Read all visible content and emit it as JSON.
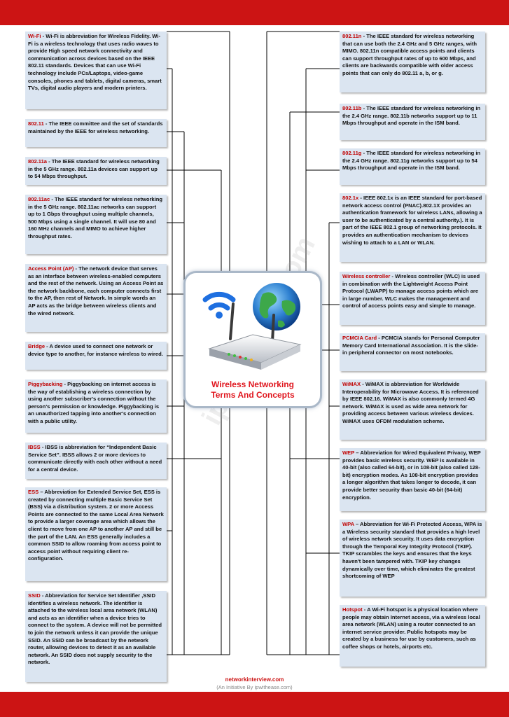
{
  "center": {
    "title_line1": "Wireless Networking",
    "title_line2": "Terms And Concepts"
  },
  "watermark": "ipwithease.com",
  "footer": {
    "site": "networkinterview.com",
    "credit": "(An Initiative By ipwithease.com)"
  },
  "left_cards": [
    {
      "term": "Wi-Fi",
      "sep": " - ",
      "text": "Wi-Fi is abbreviation for Wireless Fidelity. Wi-Fi is a wireless technology that uses radio waves to provide High speed network connectivity and communication across devices based on the IEEE 802.11 standards. Devices that can use Wi-Fi technology include PCs/Laptops, video-game consoles, phones and tablets, digital cameras, smart TVs, digital audio players and modern printers."
    },
    {
      "term": "802.11",
      "sep": " - ",
      "text": "The IEEE committee and the set of standards maintained by the IEEE for wireless networking."
    },
    {
      "term": "802.11a",
      "sep": " - ",
      "text": "The IEEE standard for wireless networking in the 5 GHz range. 802.11a devices can support up to 54 Mbps throughput."
    },
    {
      "term": "802.11ac",
      "sep": " - ",
      "text": "The IEEE standard for wireless networking in the 5 GHz range. 802.11ac networks can support up to 1 Gbps throughput using multiple channels, 500 Mbps using a single channel. It will use 80 and 160 MHz channels and MIMO to achieve higher throughput rates."
    },
    {
      "term": "Access Point (AP)",
      "sep": " - ",
      "text": "The network device that serves as an interface between wireless-enabled computers and the rest of the network. Using an Access Point as the network backbone, each computer connects first to the AP, then rest of Network. In simple words an AP acts as the bridge between wireless clients and the wired network."
    },
    {
      "term": "Bridge",
      "sep": " - ",
      "text": "A device used to connect one network or device type to another, for instance wireless to wired."
    },
    {
      "term": "Piggybacking",
      "sep": " - ",
      "text": "Piggybacking on internet access is the way of establishing a wireless connection by using another subscriber's connection without the person's permission or knowledge. Piggybacking is an unauthorized tapping into another's connection with a public utility."
    },
    {
      "term": "IBSS",
      "sep": " - ",
      "text": "IBSS is abbreviation for “Independent Basic Service Set”. IBSS allows 2 or more devices to communicate directly with each other without a need for a central device."
    },
    {
      "term": "ESS",
      "sep": " – ",
      "text": "Abbreviation for Extended Service Set, ESS is created by connecting multiple Basic Service Set (BSS) via a distribution system. 2 or more Access Points are connected to the same Local Area Network to provide a larger coverage area which allows the client to move from one AP to another AP and still be the part of the LAN. An ESS generally includes a common SSID to allow roaming from access point to access point without requiring client re-configuration."
    },
    {
      "term": "SSID",
      "sep": " - ",
      "text": "Abbreviation for Service Set Identifier ,SSID identifies a wireless network. The identifier is attached to the wireless local area network (WLAN) and acts as an identifier when a device tries to connect to the system. A device will not be permitted to join the network unless it can provide the unique SSID. An SSID can be broadcast by the network router, allowing devices to detect it as an available network. An SSID does not supply security to the network."
    }
  ],
  "right_cards": [
    {
      "term": "802.11n",
      "sep": " - ",
      "text": "The IEEE standard for wireless networking that can use both the 2.4 GHz and 5 GHz ranges, with MIMO. 802.11n compatible access points and clients can support throughput rates of up to 600 Mbps, and clients are backwards compatible with older access points that can only do 802.11 a, b, or g."
    },
    {
      "term": "802.11b",
      "sep": " - ",
      "text": "The IEEE standard for wireless networking in the 2.4 GHz range. 802.11b networks support up to 11 Mbps throughput and operate in the ISM band."
    },
    {
      "term": "802.11g",
      "sep": " - ",
      "text": "The IEEE standard for wireless networking in the 2.4 GHz range. 802.11g networks support up to 54 Mbps throughput and operate in the ISM band."
    },
    {
      "term": "802.1x",
      "sep": " - ",
      "text": "IEEE 802.1x is an IEEE standard for port-based network access control (PNAC).802.1X provides an authentication framework for wireless LANs, allowing a user to be authenticated by a central authority.). It is part of the IEEE 802.1 group of networking protocols. It provides an authentication mechanism to devices wishing to attach to a LAN or WLAN."
    },
    {
      "term": "Wireless controller",
      "sep": " - ",
      "text": "Wireless controller (WLC) is used in combination with the Lightweight Access Point Protocol (LWAPP) to manage access points which are in large number. WLC makes the management and control of access points easy and simple to manage."
    },
    {
      "term": "PCMCIA Card",
      "sep": " - ",
      "text": "PCMCIA stands for Personal Computer Memory Card International Association. It is the slide-in peripheral connector on most notebooks."
    },
    {
      "term": "WiMAX",
      "sep": " - ",
      "text": "WiMAX is abbreviation for Worldwide Interoperability for Microwave Access. It is referenced by IEEE 802.16. WiMAX is also commonly termed 4G network. WiMAX is used as wide area network for providing access between various wireless devices. WiMAX uses OFDM modulation scheme."
    },
    {
      "term": "WEP",
      "sep": " – ",
      "text": "Abbreviation for Wired Equivalent Privacy, WEP provides basic wireless security. WEP is available in 40-bit (also called 64-bit), or in 108-bit (also called 128-bit) encryption modes. As 108-bit encryption provides a longer algorithm that takes longer to decode, it can provide better security than basic 40-bit (64-bit) encryption."
    },
    {
      "term": "WPA",
      "sep": " – ",
      "text": "Abbreviation for Wi-Fi Protected Access, WPA is a Wireless security standard that provides a high level of wireless network security. It uses data encryption through the Temporal Key Integrity Protocol (TKIP). TKIP scrambles the keys and ensures that the keys haven't been tampered with. TKIP key changes dynamically over time, which eliminates the greatest shortcoming of WEP"
    },
    {
      "term": "Hotspot",
      "sep": " - ",
      "text": "A Wi-Fi hotspot is a physical location where people may obtain Internet access, via a wireless local area network (WLAN) using a router connected to an internet service provider. Public hotspots may be created by a business for use by customers, such as coffee shops or hotels, airports etc."
    }
  ]
}
